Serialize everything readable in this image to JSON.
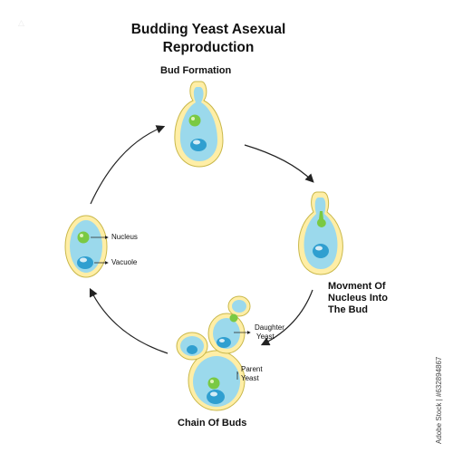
{
  "title": {
    "line1": "Budding Yeast Asexual",
    "line2": "Reproduction"
  },
  "stages": {
    "bud_formation": "Bud Formation",
    "nucleus_movement_line1": "Movment Of",
    "nucleus_movement_line2": "Nucleus Into",
    "nucleus_movement_line3": "The Bud",
    "chain_of_buds": "Chain Of Buds"
  },
  "parts": {
    "nucleus": "Nucleus",
    "vacuole": "Vacuole",
    "daughter_line1": "Daughter",
    "daughter_line2": "Yeast",
    "parent_line1": "Parent",
    "parent_line2": "Yeast"
  },
  "stock_id": "Adobe Stock | #632894867",
  "colors": {
    "cell_wall": "#ffeea6",
    "cell_wall_outline": "#c9b84a",
    "cytoplasm": "#9bd9ec",
    "vacuole": "#2f9fd0",
    "nucleus": "#7ac943",
    "arrow": "#222222"
  }
}
